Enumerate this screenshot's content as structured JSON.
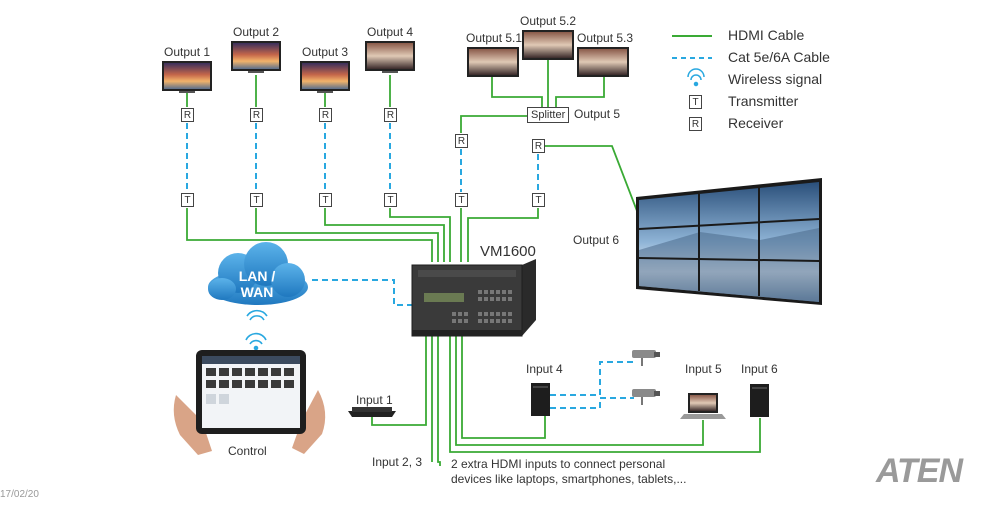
{
  "legend": {
    "hdmi": "HDMI Cable",
    "cat": "Cat 5e/6A Cable",
    "wireless": "Wireless signal",
    "transmitter": "Transmitter",
    "receiver": "Receiver",
    "t_letter": "T",
    "r_letter": "R"
  },
  "outputs": {
    "o1": "Output 1",
    "o2": "Output 2",
    "o3": "Output 3",
    "o4": "Output 4",
    "o51": "Output 5.1",
    "o52": "Output 5.2",
    "o53": "Output 5.3",
    "o5": "Output 5",
    "o6": "Output 6"
  },
  "splitter": "Splitter",
  "matrix": "VM1600",
  "cloud": {
    "line1": "LAN /",
    "line2": "WAN"
  },
  "control": "Control",
  "inputs": {
    "i1": "Input 1",
    "i23": "Input 2, 3",
    "i4": "Input 4",
    "i5": "Input 5",
    "i6": "Input 6"
  },
  "note": {
    "line1": "2 extra HDMI inputs to connect personal",
    "line2": "devices like laptops, smartphones, tablets,..."
  },
  "footer_date": "17/02/20",
  "brand": "ATEN",
  "colors": {
    "hdmi": "#3aaa35",
    "cat": "#29a8e0",
    "cloud": "#2f8fd0"
  }
}
